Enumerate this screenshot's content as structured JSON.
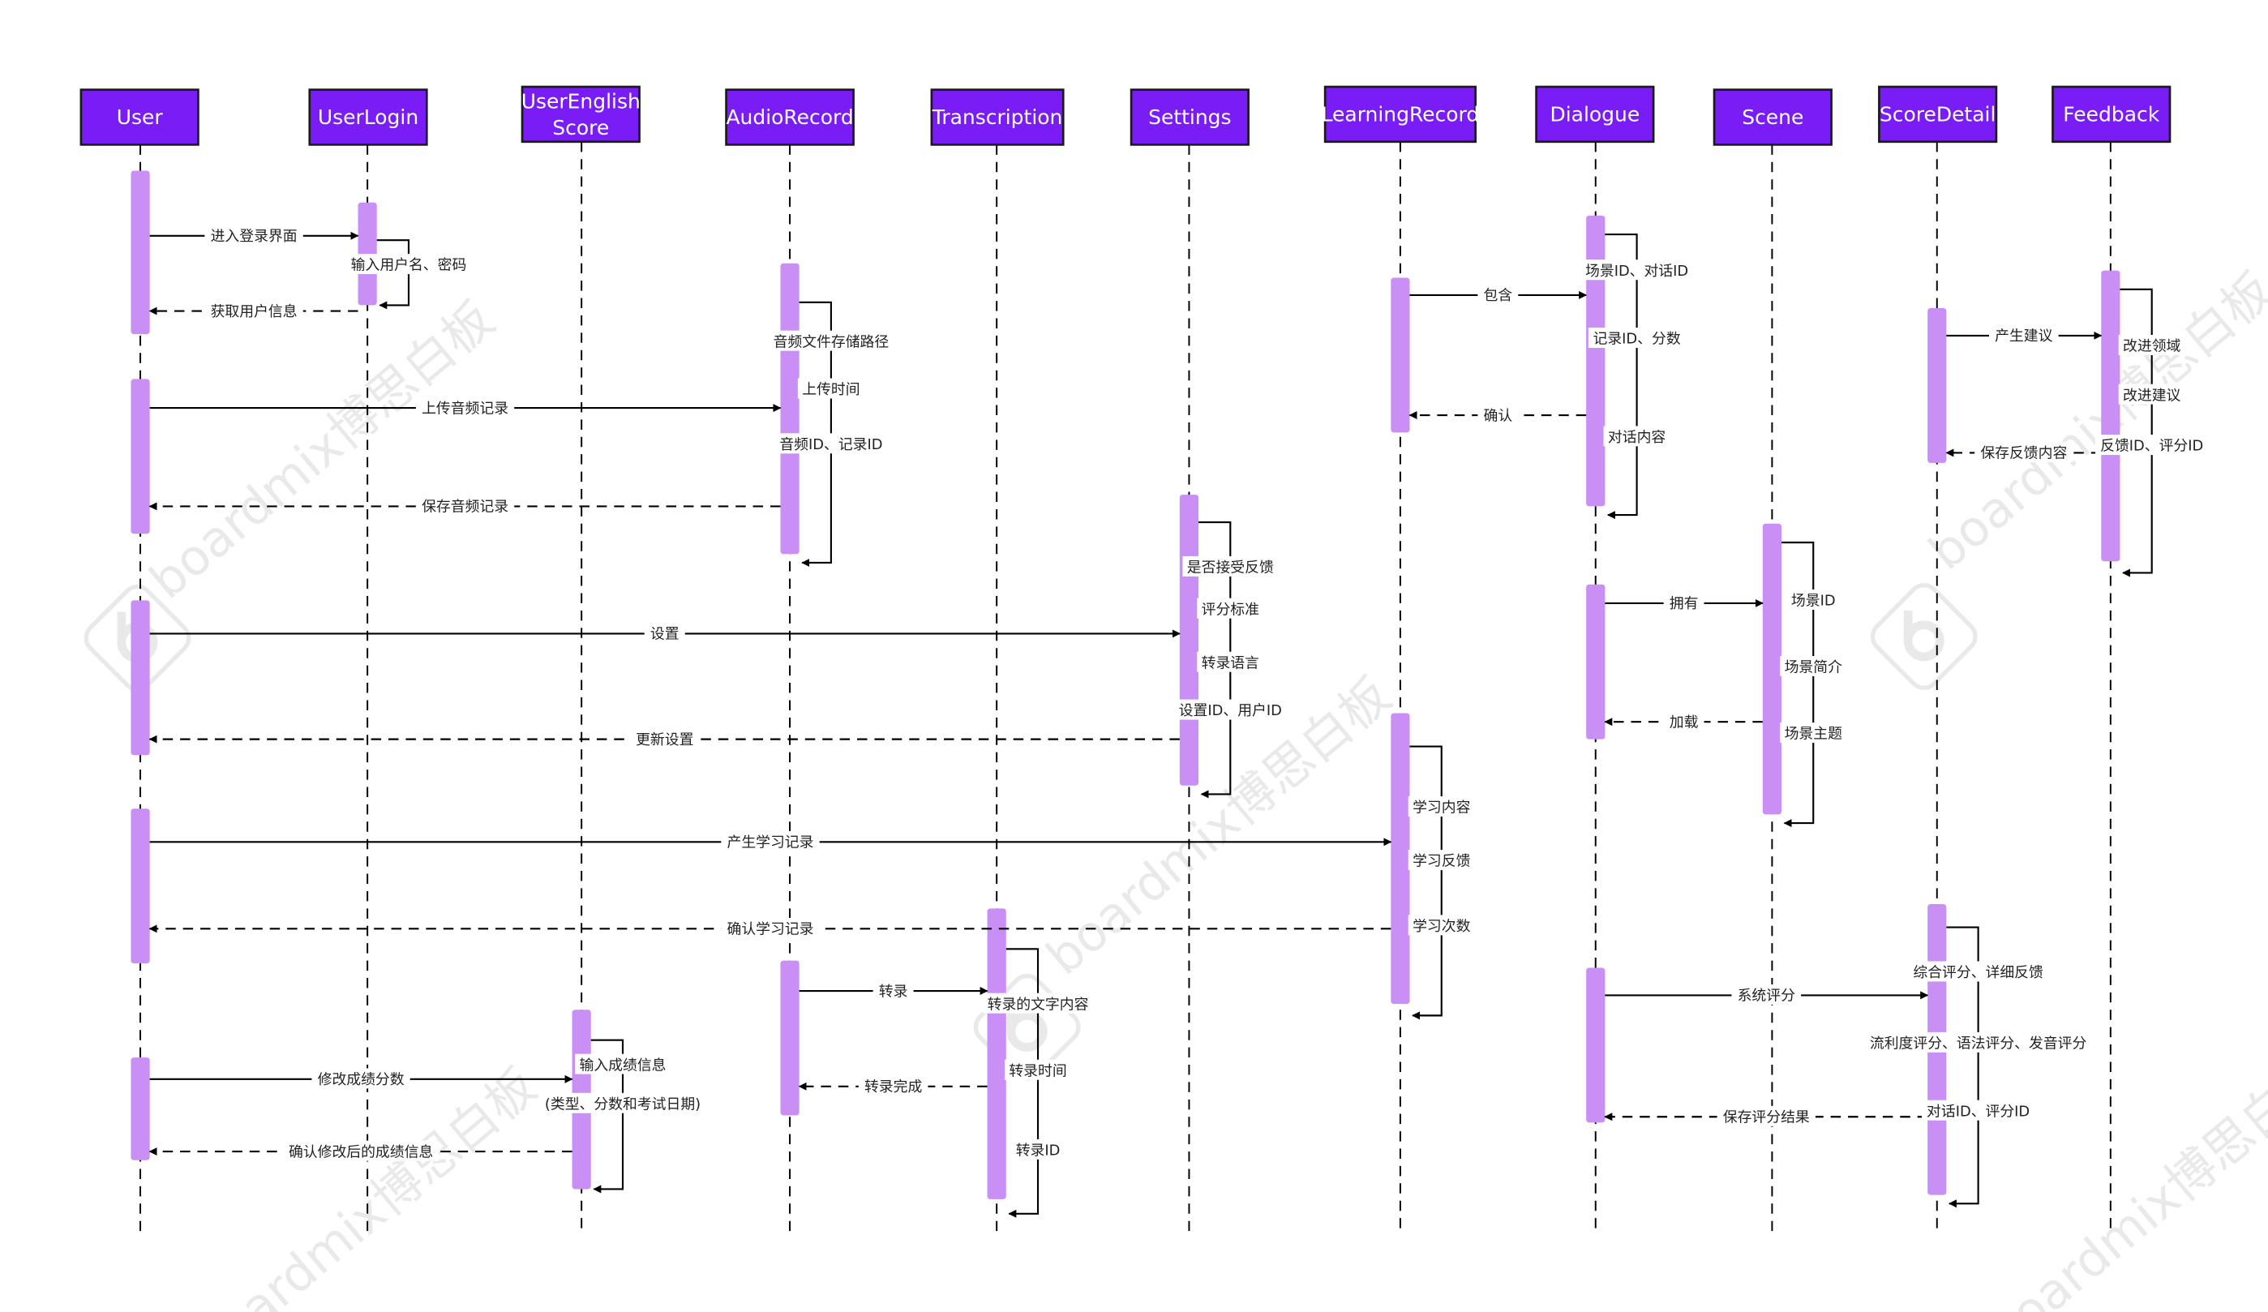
{
  "colors": {
    "header_fill": "#7a1cf5",
    "header_border": "#1a1a1a",
    "header_text": "#ffffff",
    "activation": "#c98ff5",
    "line": "#000000",
    "background": "#ffffff",
    "watermark": "#e9e9e9"
  },
  "watermark": {
    "text": "boardmix博思白板"
  },
  "lifelines": [
    {
      "id": "User",
      "label": "User"
    },
    {
      "id": "UserLogin",
      "label": "UserLogin"
    },
    {
      "id": "UserEnglishScore",
      "label": "UserEnglish Score"
    },
    {
      "id": "AudioRecord",
      "label": "AudioRecord"
    },
    {
      "id": "Transcription",
      "label": "Transcription"
    },
    {
      "id": "Settings",
      "label": "Settings"
    },
    {
      "id": "LearningRecord",
      "label": "LearningRecord"
    },
    {
      "id": "Dialogue",
      "label": "Dialogue"
    },
    {
      "id": "Scene",
      "label": "Scene"
    },
    {
      "id": "ScoreDetail",
      "label": "ScoreDetail"
    },
    {
      "id": "Feedback",
      "label": "Feedback"
    }
  ],
  "messages": [
    {
      "from": "User",
      "to": "UserLogin",
      "text": "进入登录界面",
      "style": "solid"
    },
    {
      "from": "UserLogin",
      "to": "User",
      "text": "获取用户信息",
      "style": "dashed"
    },
    {
      "from": "User",
      "to": "AudioRecord",
      "text": "上传音频记录",
      "style": "solid"
    },
    {
      "from": "AudioRecord",
      "to": "User",
      "text": "保存音频记录",
      "style": "dashed"
    },
    {
      "from": "User",
      "to": "Settings",
      "text": "设置",
      "style": "solid"
    },
    {
      "from": "Settings",
      "to": "User",
      "text": "更新设置",
      "style": "dashed"
    },
    {
      "from": "User",
      "to": "LearningRecord",
      "text": "产生学习记录",
      "style": "solid"
    },
    {
      "from": "LearningRecord",
      "to": "User",
      "text": "确认学习记录",
      "style": "dashed"
    },
    {
      "from": "AudioRecord",
      "to": "Transcription",
      "text": "转录",
      "style": "solid"
    },
    {
      "from": "Transcription",
      "to": "AudioRecord",
      "text": "转录完成",
      "style": "dashed"
    },
    {
      "from": "User",
      "to": "UserEnglishScore",
      "text": "修改成绩分数",
      "style": "solid"
    },
    {
      "from": "UserEnglishScore",
      "to": "User",
      "text": "确认修改后的成绩信息",
      "style": "dashed"
    },
    {
      "from": "LearningRecord",
      "to": "Dialogue",
      "text": "包含",
      "style": "solid"
    },
    {
      "from": "Dialogue",
      "to": "LearningRecord",
      "text": "确认",
      "style": "dashed"
    },
    {
      "from": "Dialogue",
      "to": "Scene",
      "text": "拥有",
      "style": "solid"
    },
    {
      "from": "Scene",
      "to": "Dialogue",
      "text": "加载",
      "style": "dashed"
    },
    {
      "from": "Dialogue",
      "to": "ScoreDetail",
      "text": "系统评分",
      "style": "solid"
    },
    {
      "from": "ScoreDetail",
      "to": "Dialogue",
      "text": "保存评分结果",
      "style": "dashed"
    },
    {
      "from": "ScoreDetail",
      "to": "Feedback",
      "text": "产生建议",
      "style": "solid"
    },
    {
      "from": "Feedback",
      "to": "ScoreDetail",
      "text": "保存反馈内容",
      "style": "dashed"
    }
  ],
  "self_messages": [
    {
      "on": "UserLogin",
      "labels": [
        "输入用户名、密码"
      ]
    },
    {
      "on": "AudioRecord",
      "labels": [
        "音频文件存储路径",
        "上传时间",
        "音频ID、记录ID"
      ]
    },
    {
      "on": "Settings",
      "labels": [
        "是否接受反馈",
        "评分标准",
        "转录语言",
        "设置ID、用户ID"
      ]
    },
    {
      "on": "Dialogue",
      "labels": [
        "场景ID、对话ID",
        "记录ID、分数",
        "对话内容"
      ]
    },
    {
      "on": "Scene",
      "labels": [
        "场景ID",
        "场景简介",
        "场景主题"
      ]
    },
    {
      "on": "LearningRecord",
      "labels": [
        "学习内容",
        "学习反馈",
        "学习次数"
      ]
    },
    {
      "on": "Transcription",
      "labels": [
        "转录的文字内容",
        "转录时间",
        "转录ID"
      ]
    },
    {
      "on": "UserEnglishScore",
      "labels": [
        "输入成绩信息",
        "(类型、分数和考试日期)"
      ]
    },
    {
      "on": "ScoreDetail",
      "labels": [
        "综合评分、详细反馈",
        "流利度评分、语法评分、发音评分",
        "对话ID、评分ID"
      ]
    },
    {
      "on": "Feedback",
      "labels": [
        "改进领域",
        "改进建议",
        "反馈ID、评分ID"
      ]
    }
  ]
}
